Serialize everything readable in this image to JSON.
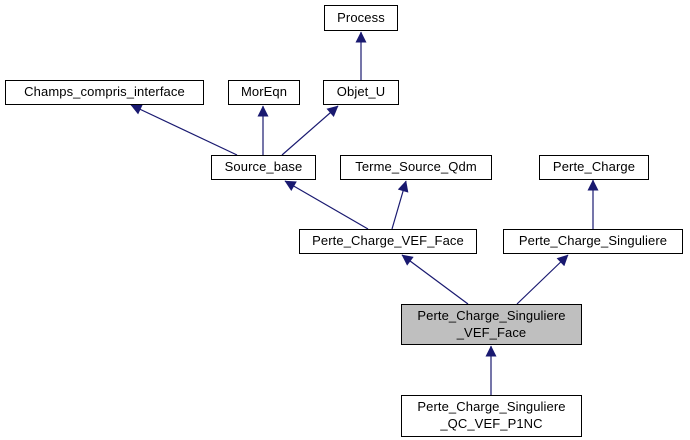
{
  "diagram": {
    "type": "class-inheritance-graph",
    "background_color": "#ffffff",
    "edge_color": "#191970",
    "node_border_color": "#000000",
    "node_fill_color": "#ffffff",
    "highlighted_node_fill_color": "#bfbfbf",
    "nodes": [
      {
        "id": "process",
        "label": "Process",
        "highlighted": false
      },
      {
        "id": "champs-compris-interface",
        "label": "Champs_compris_interface",
        "highlighted": false
      },
      {
        "id": "moreqn",
        "label": "MorEqn",
        "highlighted": false
      },
      {
        "id": "objet-u",
        "label": "Objet_U",
        "highlighted": false
      },
      {
        "id": "source-base",
        "label": "Source_base",
        "highlighted": false
      },
      {
        "id": "terme-source-qdm",
        "label": "Terme_Source_Qdm",
        "highlighted": false
      },
      {
        "id": "perte-charge",
        "label": "Perte_Charge",
        "highlighted": false
      },
      {
        "id": "perte-charge-vef-face",
        "label": "Perte_Charge_VEF_Face",
        "highlighted": false
      },
      {
        "id": "perte-charge-singuliere",
        "label": "Perte_Charge_Singuliere",
        "highlighted": false
      },
      {
        "id": "perte-charge-singuliere-vef-face",
        "label": "Perte_Charge_Singuliere\n_VEF_Face",
        "highlighted": true
      },
      {
        "id": "perte-charge-singuliere-qc-vef-p1nc",
        "label": "Perte_Charge_Singuliere\n_QC_VEF_P1NC",
        "highlighted": false
      }
    ],
    "edges": [
      {
        "from": "Objet_U",
        "to": "Process"
      },
      {
        "from": "Source_base",
        "to": "Champs_compris_interface"
      },
      {
        "from": "Source_base",
        "to": "MorEqn"
      },
      {
        "from": "Source_base",
        "to": "Objet_U"
      },
      {
        "from": "Perte_Charge_VEF_Face",
        "to": "Source_base"
      },
      {
        "from": "Perte_Charge_VEF_Face",
        "to": "Terme_Source_Qdm"
      },
      {
        "from": "Perte_Charge_Singuliere",
        "to": "Perte_Charge"
      },
      {
        "from": "Perte_Charge_Singuliere_VEF_Face",
        "to": "Perte_Charge_VEF_Face"
      },
      {
        "from": "Perte_Charge_Singuliere_VEF_Face",
        "to": "Perte_Charge_Singuliere"
      },
      {
        "from": "Perte_Charge_Singuliere_QC_VEF_P1NC",
        "to": "Perte_Charge_Singuliere_VEF_Face"
      }
    ]
  }
}
